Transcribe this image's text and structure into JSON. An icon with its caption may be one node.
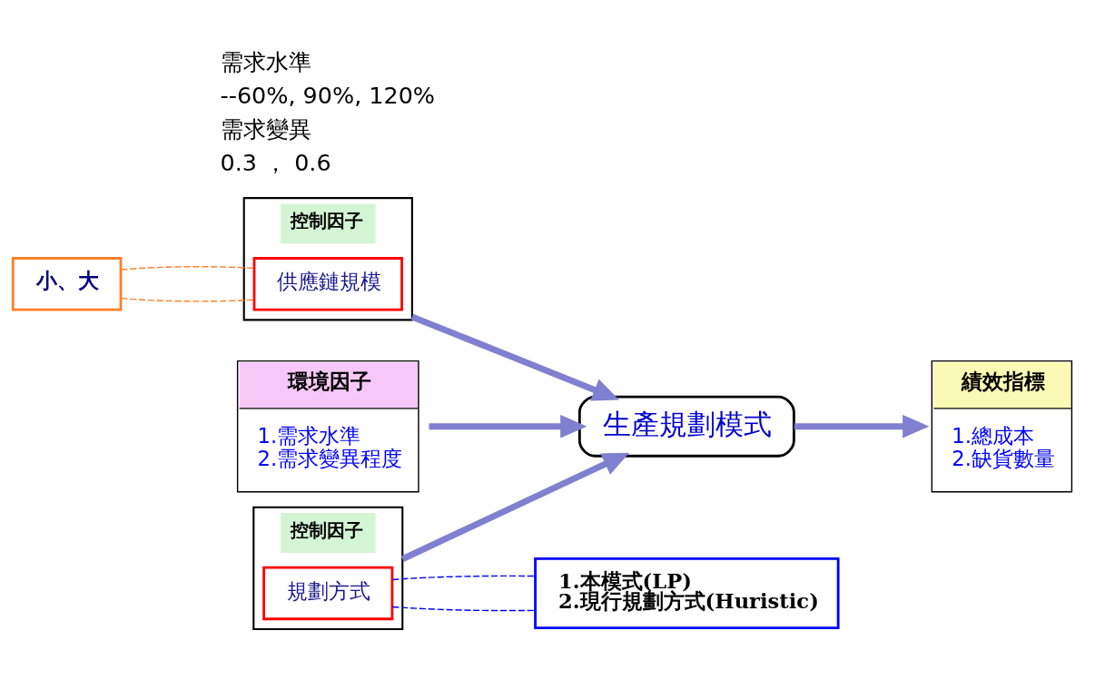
{
  "diagram": {
    "nodes": [
      {
        "text": [
          "小、大"
        ]
      },
      {
        "text": [
          "控制因子"
        ]
      },
      {
        "text": [
          "供應鏈規模"
        ],
        "in": 1
      },
      {
        "text": [
          "控制因子"
        ]
      },
      {
        "text": [
          "規劃方式"
        ],
        "in": 3
      },
      {
        "text": [
          "1.本模式(LP)",
          "2.現行規劃方式(Huristic)"
        ]
      },
      {
        "text": [
          "環境因子",
          "1.需求水準",
          "2.需求變異程度"
        ]
      },
      {
        "text": [
          "生產規劃模式"
        ]
      },
      {
        "text": [
          "績效指標",
          "1.總成本",
          "2.缺貨數量"
        ]
      }
    ],
    "edges": [
      {
        "from": 0,
        "to": 2,
        "arrow": "none",
        "style": "dashed",
        "color": "#ff7f27"
      },
      {
        "from": 0,
        "to": 2,
        "arrow": "none",
        "style": "dashed",
        "color": "#ff7f27"
      },
      {
        "from": 4,
        "to": 5,
        "arrow": "none",
        "style": "dashed",
        "color": "#0000ff"
      },
      {
        "from": 4,
        "to": 5,
        "arrow": "none",
        "style": "dashed",
        "color": "#0000ff"
      },
      {
        "from": 1,
        "to": 7,
        "arrow": "to",
        "style": "thick"
      },
      {
        "from": 3,
        "to": 7,
        "arrow": "to",
        "style": "thick"
      },
      {
        "from": 6,
        "to": 7,
        "arrow": "to",
        "style": "thick"
      },
      {
        "from": 7,
        "to": 8,
        "arrow": "to",
        "style": "thick"
      }
    ],
    "labels": [
      "需求水準",
      "--60%, 90%, 120%",
      "需求變異",
      "0.3 ， 0.6"
    ]
  }
}
